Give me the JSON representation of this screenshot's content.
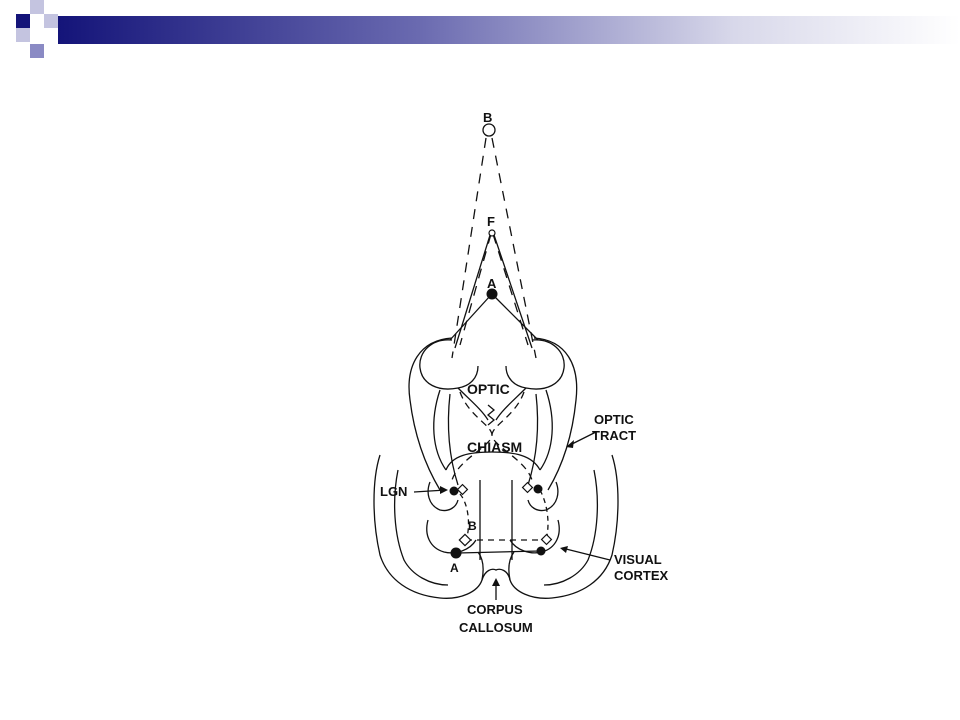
{
  "slide": {
    "accent_dark": "#141479",
    "accent_mid": "#5a5aa8",
    "accent_light": "#c4c4e0"
  },
  "diagram": {
    "labels": {
      "point_b_top": "B",
      "point_f": "F",
      "point_a_top": "A",
      "optic": "OPTIC",
      "chiasm": "CHIASM",
      "optic_tract_1": "OPTIC",
      "optic_tract_2": "TRACT",
      "lgn": "LGN",
      "point_b_cortex": "B",
      "point_a_cortex": "A",
      "visual_cortex_1": "VISUAL",
      "visual_cortex_2": "CORTEX",
      "corpus_callosum_1": "CORPUS",
      "corpus_callosum_2": "CALLOSUM"
    }
  }
}
